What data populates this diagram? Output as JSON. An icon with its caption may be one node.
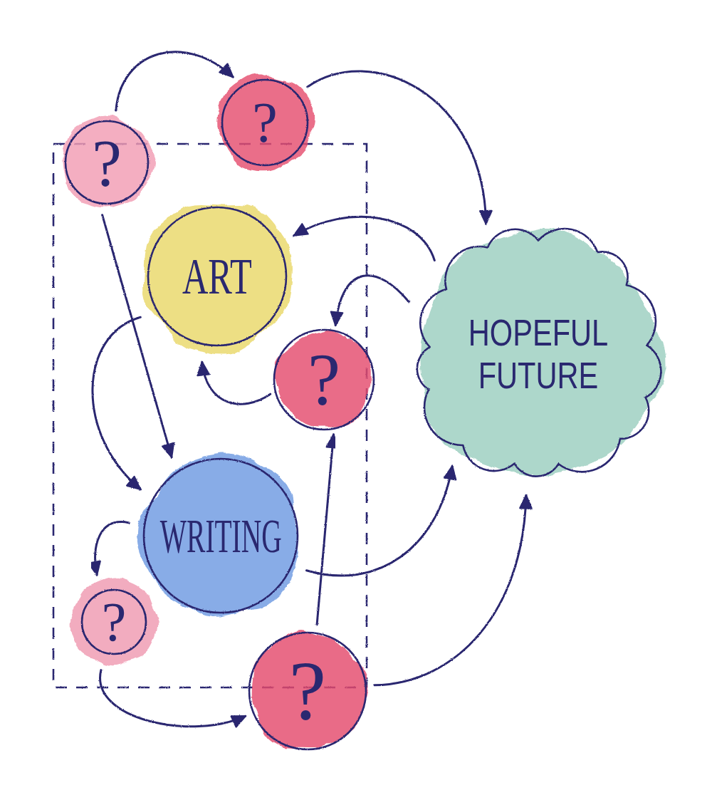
{
  "diagram": {
    "nodes": [
      {
        "text": [
          "?"
        ]
      },
      {
        "text": [
          "?"
        ]
      },
      {
        "text": [
          "ART"
        ]
      },
      {
        "text": [
          "HOPEFUL FUTURE"
        ]
      },
      {
        "text": [
          "?"
        ]
      },
      {
        "text": [
          "WRITING"
        ]
      },
      {
        "text": [
          "?"
        ]
      },
      {
        "text": [
          "?"
        ]
      }
    ],
    "edges": [
      {
        "from": 0,
        "to": 1,
        "arrow": "to"
      },
      {
        "from": 1,
        "to": 3,
        "arrow": "to"
      },
      {
        "from": 3,
        "to": 2,
        "arrow": "to"
      },
      {
        "from": 3,
        "to": 4,
        "arrow": "to"
      },
      {
        "from": 4,
        "to": 2,
        "arrow": "to"
      },
      {
        "from": 0,
        "to": 5,
        "arrow": "to"
      },
      {
        "from": 2,
        "to": 5,
        "arrow": "to"
      },
      {
        "from": 5,
        "to": 6,
        "arrow": "to"
      },
      {
        "from": 5,
        "to": 3,
        "arrow": "to"
      },
      {
        "from": 6,
        "to": 7,
        "arrow": "to"
      },
      {
        "from": 7,
        "to": 4,
        "arrow": "to"
      },
      {
        "from": 7,
        "to": 3,
        "arrow": "to"
      }
    ]
  }
}
